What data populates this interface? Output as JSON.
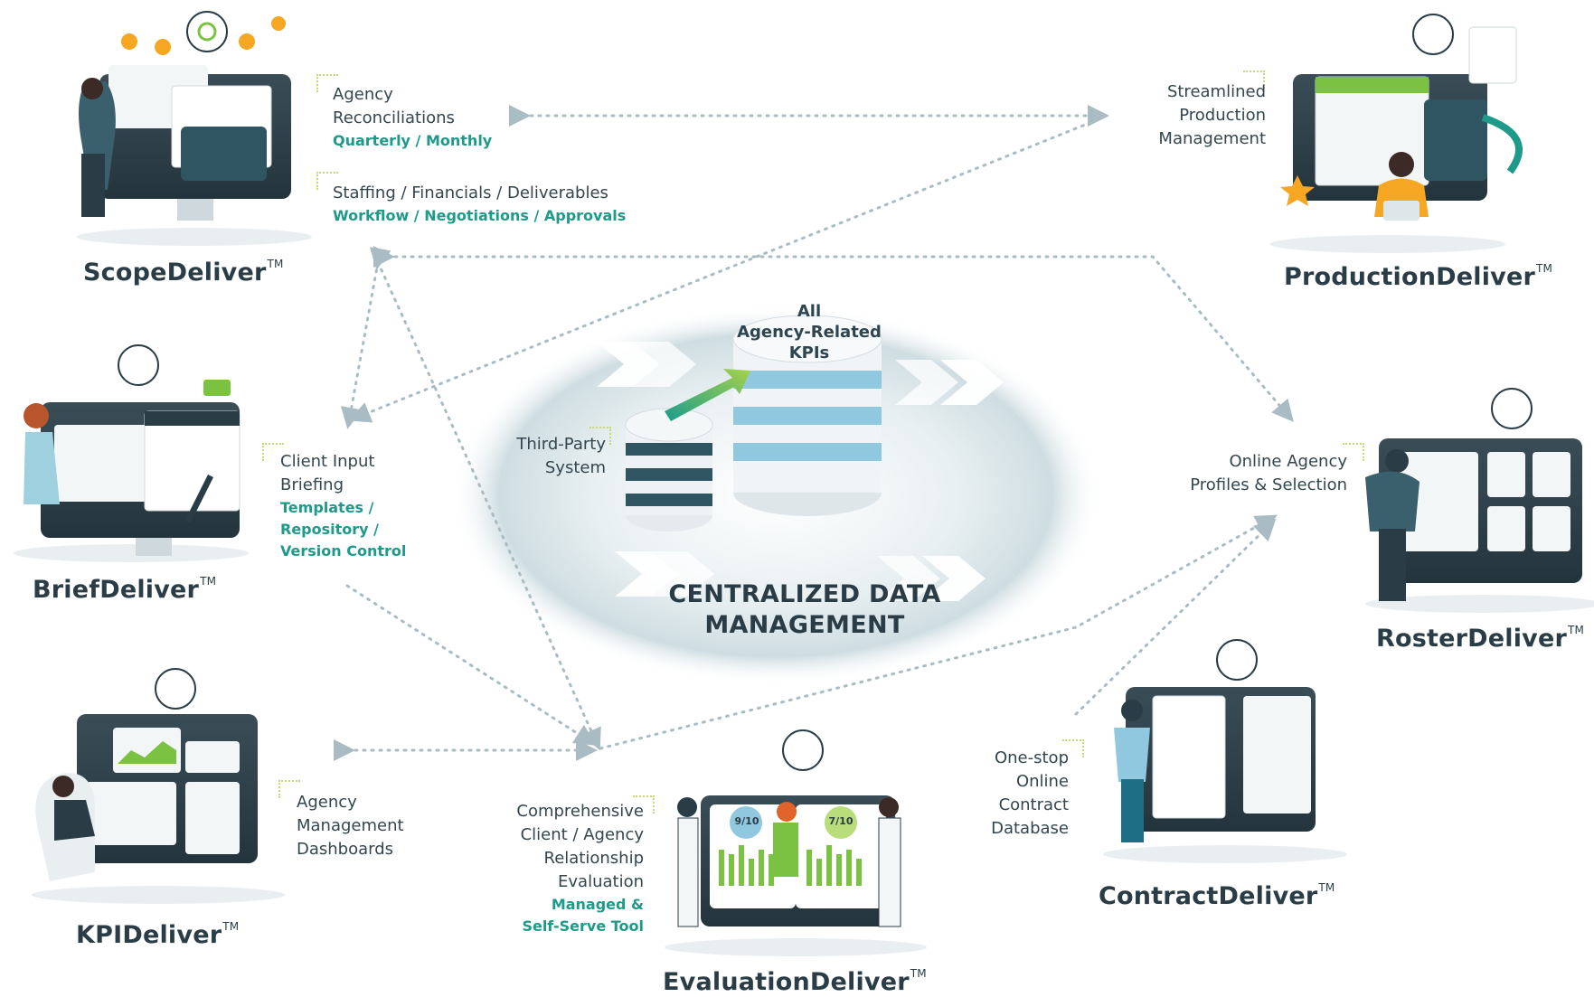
{
  "center": {
    "title_line1": "CENTRALIZED DATA",
    "title_line2": "MANAGEMENT",
    "kpi_line1": "All",
    "kpi_line2": "Agency-Related",
    "kpi_line3": "KPIs",
    "third_line1": "Third-Party",
    "third_line2": "System"
  },
  "products": {
    "scope": "ScopeDeliver",
    "production": "ProductionDeliver",
    "brief": "BriefDeliver",
    "roster": "RosterDeliver",
    "kpi": "KPIDeliver",
    "contract": "ContractDeliver",
    "evaluation": "EvaluationDeliver",
    "tm": "TM"
  },
  "labels": {
    "agency_recon": [
      "Agency",
      "Reconciliations"
    ],
    "agency_recon_sub": "Quarterly / Monthly",
    "staffing": "Staffing / Financials / Deliverables",
    "staffing_sub": "Workflow / Negotiations / Approvals",
    "production": [
      "Streamlined",
      "Production",
      "Management"
    ],
    "client_input": [
      "Client Input",
      "Briefing"
    ],
    "client_input_sub": [
      "Templates /",
      "Repository /",
      "Version Control"
    ],
    "online_agency": [
      "Online Agency",
      "Profiles & Selection"
    ],
    "dashboards": [
      "Agency",
      "Management",
      "Dashboards"
    ],
    "evaluation": [
      "Comprehensive",
      "Client / Agency",
      "Relationship",
      "Evaluation"
    ],
    "evaluation_sub": [
      "Managed &",
      "Self-Serve Tool"
    ],
    "contract": [
      "One-stop",
      "Online",
      "Contract",
      "Database"
    ],
    "score_left": "9/10",
    "score_right": "7/10"
  },
  "colors": {
    "teal": "#1e9a8a",
    "navy": "#2a3d46",
    "green": "#7cc242",
    "blue": "#8fc8df",
    "dotted": "#a9bcc4",
    "orange": "#f5a623"
  }
}
